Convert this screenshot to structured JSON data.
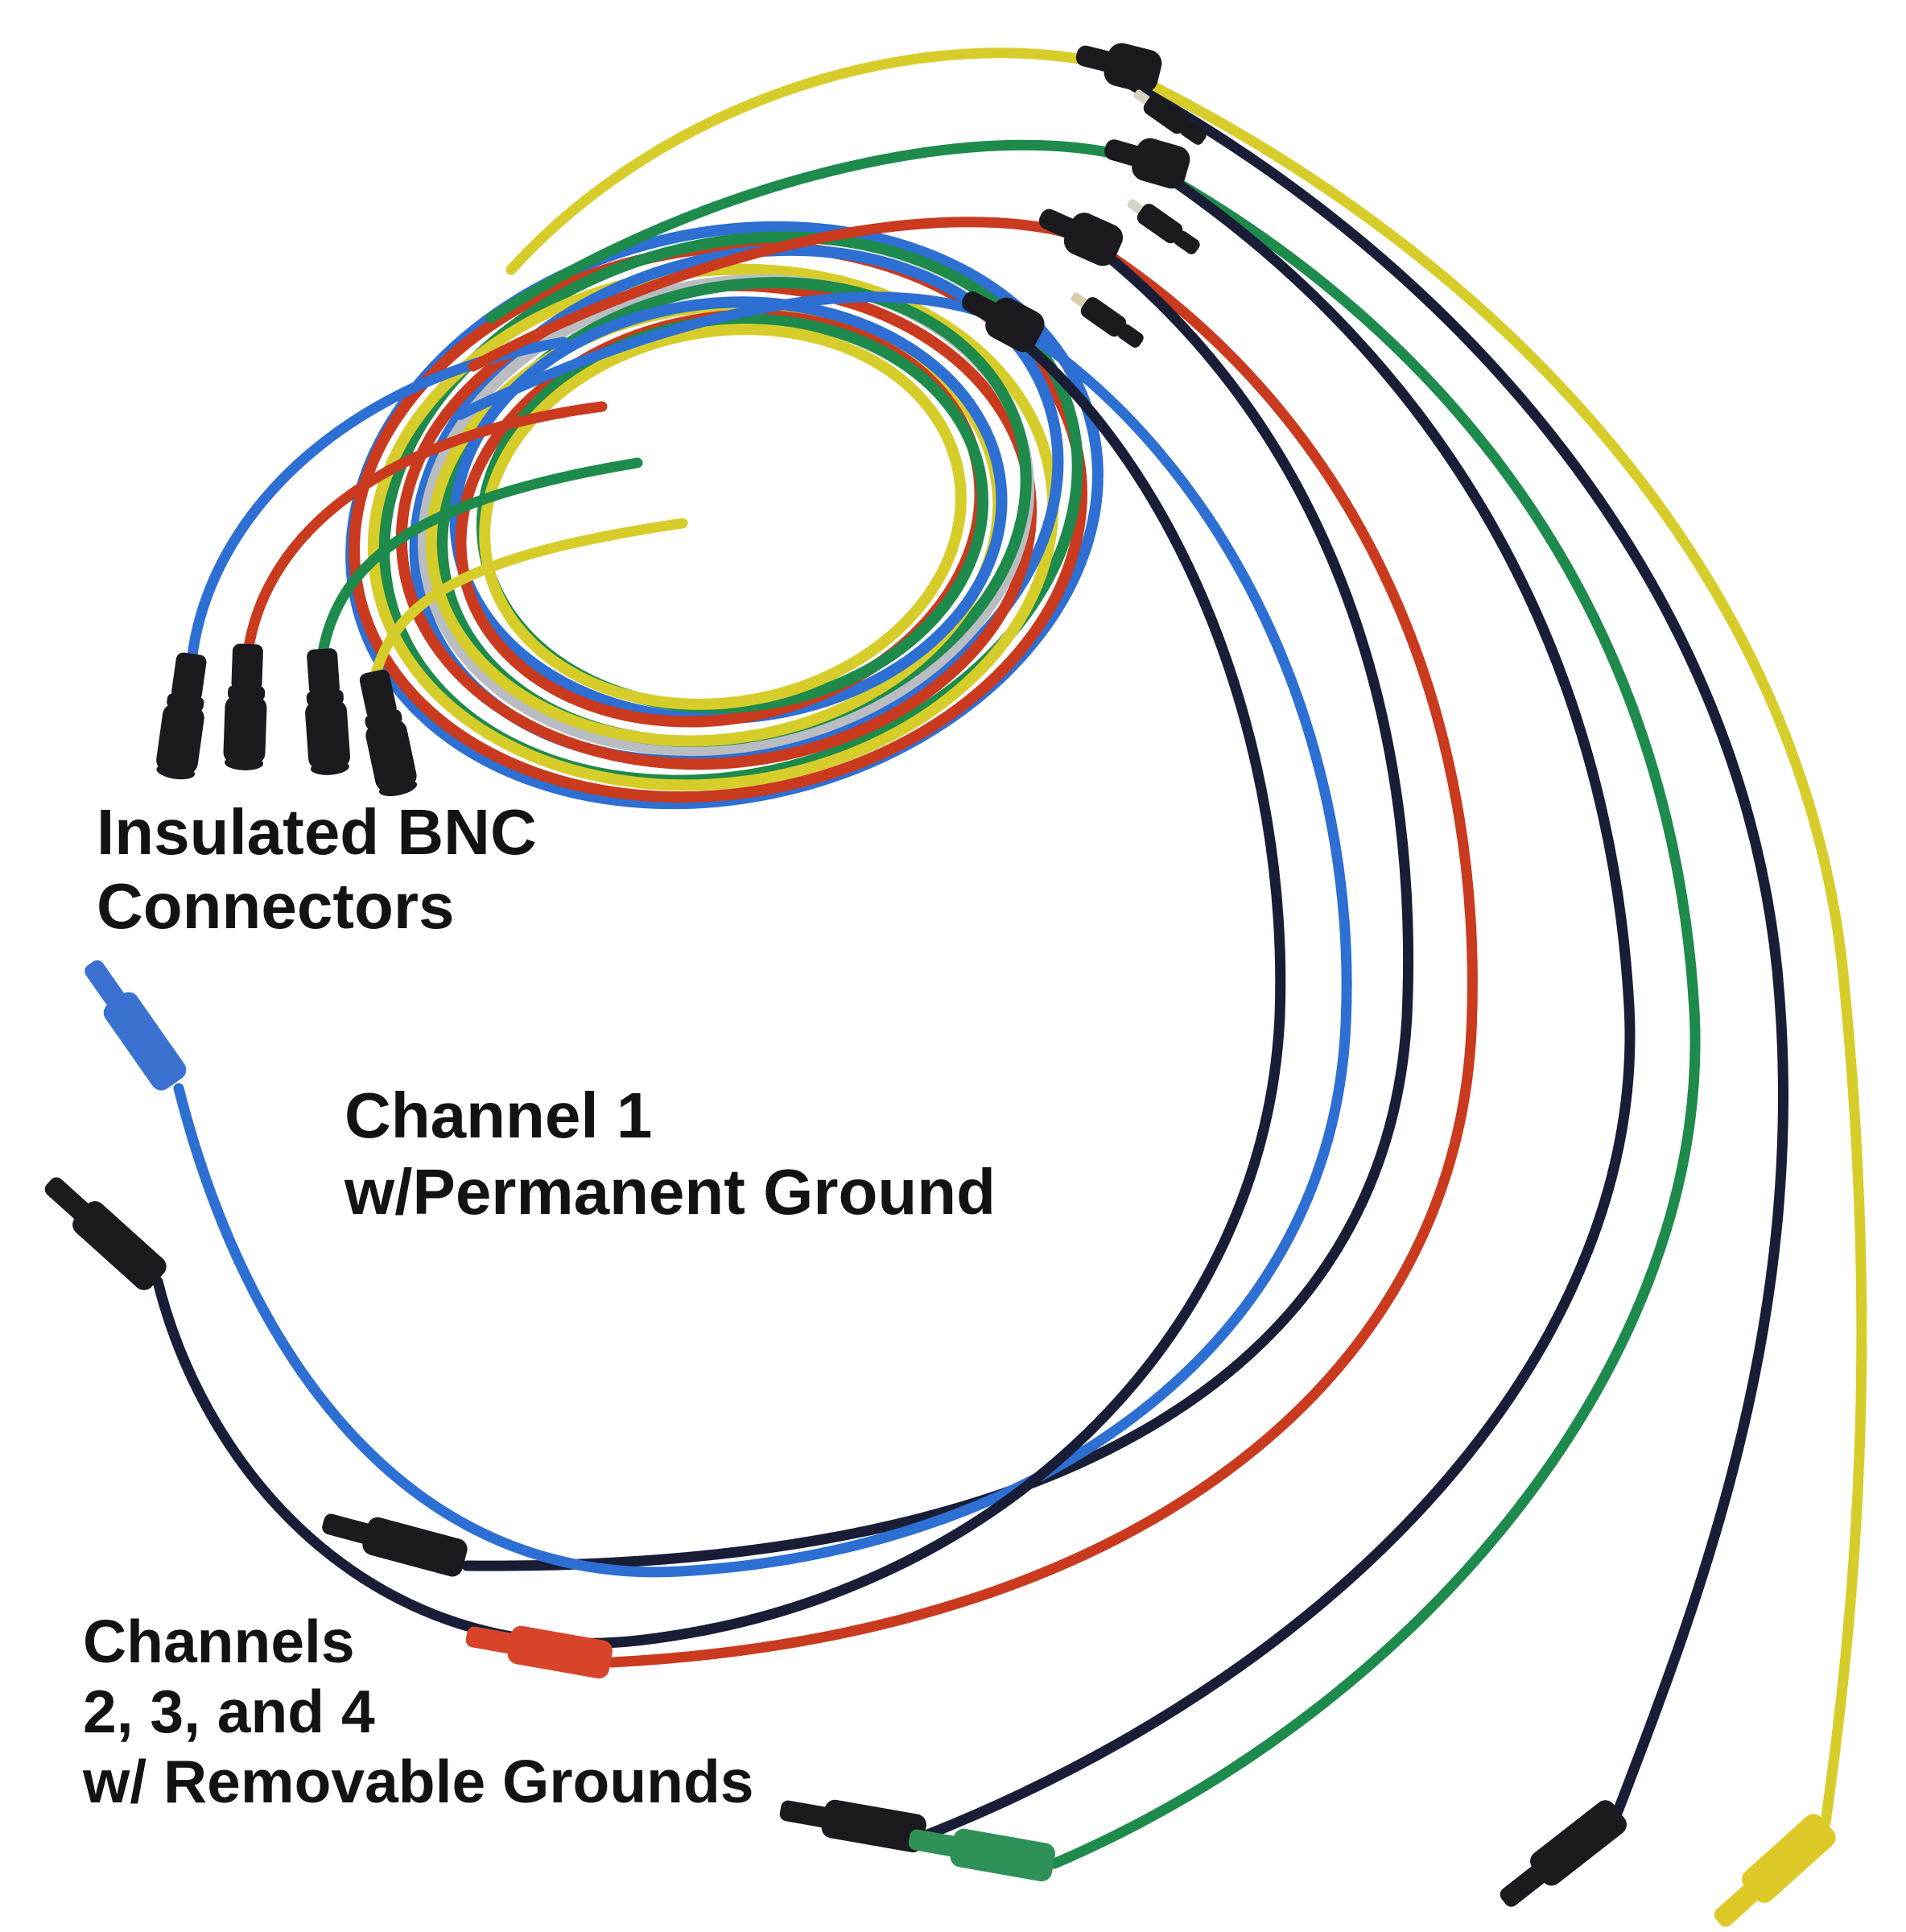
{
  "labels": {
    "insulated_bnc": {
      "line1": "Insulated BNC",
      "line2": "Connectors"
    },
    "channel1": {
      "line1": "Channel 1",
      "line2": "w/Permanent Ground"
    },
    "channels_234": {
      "line1": "Channels",
      "line2": "2, 3, and 4",
      "line3": "w/ Removable Grounds"
    }
  },
  "colors": {
    "bg": "#ffffff",
    "text": "#131313",
    "blue": "#2d6fd2",
    "red": "#c93a1e",
    "green": "#1e8a4c",
    "yellow": "#d6cd2b",
    "gray": "#b9bcc0",
    "navy": "#191d36",
    "connector": "#1b1b1f",
    "silver": "#d6d2c4",
    "beige": "#d9cfae",
    "clip-blue": "#3b72d2",
    "clip-red": "#d8442a",
    "clip-green": "#2f9058",
    "clip-yellow": "#ddca28"
  },
  "components": {
    "coil": "coiled-cable-bundle",
    "bnc_connector_colors": [
      "blue",
      "red",
      "green",
      "yellow"
    ],
    "y_splitter_colors": [
      "yellow",
      "green",
      "red",
      "blue"
    ],
    "removable_ground_pin_count": 3,
    "probe_clip_colors": [
      "blue",
      "red",
      "green",
      "yellow"
    ],
    "ground_clip_count": 4
  }
}
